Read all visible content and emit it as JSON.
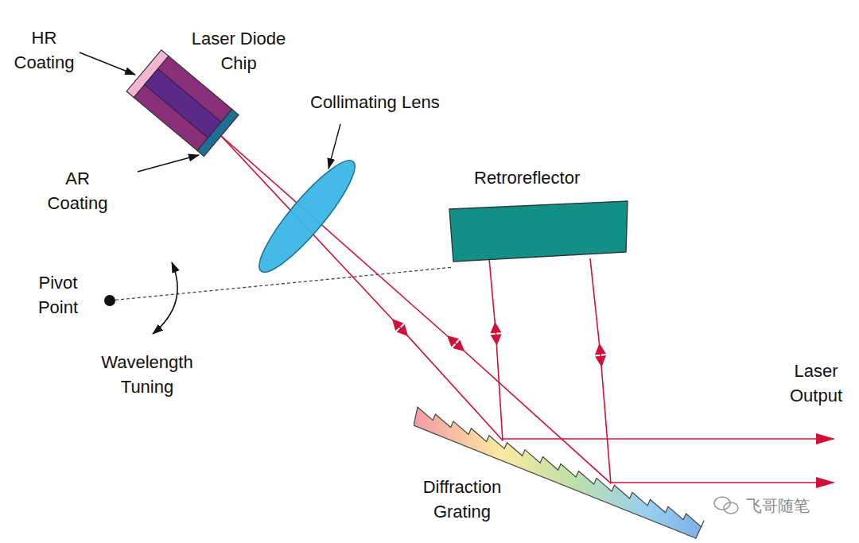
{
  "diagram": {
    "nodes": [
      {
        "text": [
          "Retroreflector"
        ]
      },
      {
        "text": [
          "Diffraction Grating"
        ]
      }
    ],
    "edges": [
      {
        "from": 0,
        "to": 1,
        "arrow": "both"
      },
      {
        "from": 0,
        "to": 1,
        "arrow": "both"
      }
    ],
    "labels": [
      "HR Coating",
      "Laser Diode Chip",
      "Collimating Lens",
      "AR Coating",
      "Pivot Point",
      "Wavelength Tuning",
      "Laser Output",
      "飞哥随笔"
    ]
  }
}
